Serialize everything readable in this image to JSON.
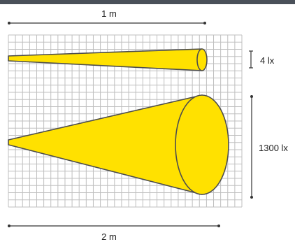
{
  "labels": {
    "top_distance": "1 m",
    "bottom_distance": "2 m",
    "small_illuminance": "4 lx",
    "large_illuminance": "1300 lx"
  },
  "colors": {
    "header_bar": "#4a5059",
    "cone_fill": "#ffe100",
    "cone_stroke": "#4d4d4d",
    "grid_line": "#bfbfbf",
    "dimension_line": "#333333"
  }
}
